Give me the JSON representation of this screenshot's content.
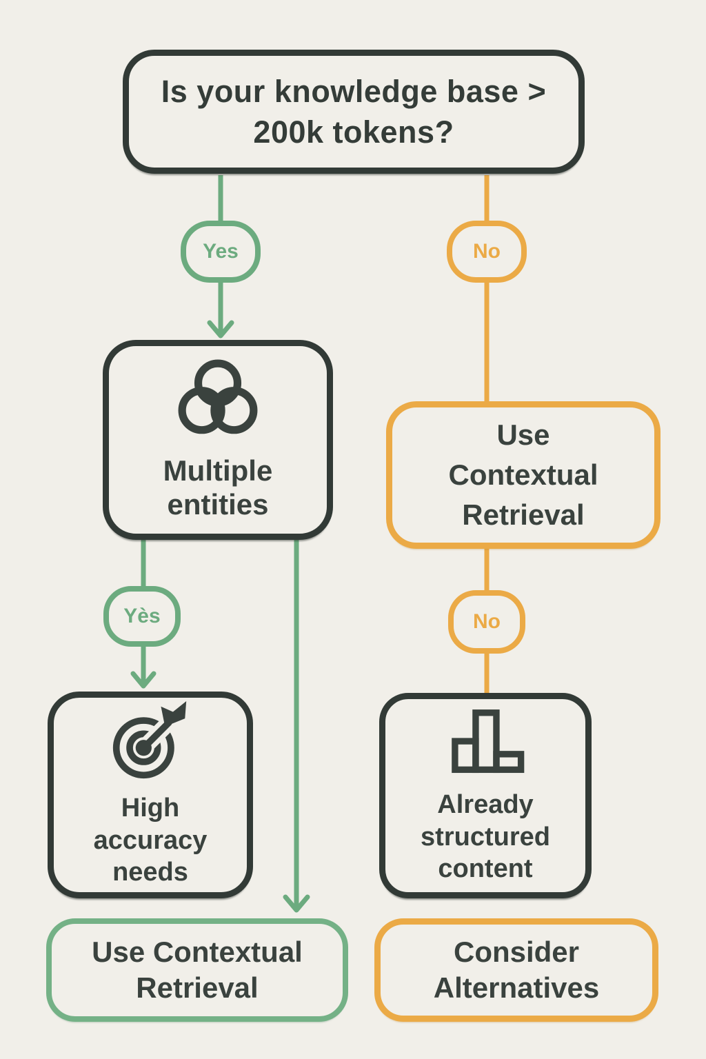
{
  "palette": {
    "background": "#f1efe9",
    "ink": "#323a36",
    "label_text": "#3a423e",
    "green": "#6cab7f",
    "orange": "#ebaa46"
  },
  "flowchart": {
    "root": {
      "lines": [
        "Is your knowledge base",
        "> 200k tokens?"
      ]
    },
    "branch_labels": {
      "yes_1": "Yes",
      "no_1": "No",
      "yes_2": "Yès",
      "no_2": "No"
    },
    "nodes": {
      "multiple_entities": {
        "icon": "three-circles-icon",
        "lines": [
          "Multiple",
          "entities"
        ]
      },
      "use_contextual_right": {
        "lines": [
          "Use",
          "Contextual",
          "Retrieval"
        ]
      },
      "high_accuracy": {
        "icon": "target-arrow-icon",
        "lines": [
          "High",
          "accuracy",
          "needs"
        ]
      },
      "already_structured": {
        "icon": "bar-chart-icon",
        "lines": [
          "Already",
          "structured",
          "content"
        ]
      },
      "use_contextual_bottom": {
        "lines": [
          "Use Contextual",
          "Retrieval"
        ]
      },
      "consider_alternatives": {
        "lines": [
          "Consider",
          "Alternatives"
        ]
      }
    }
  }
}
